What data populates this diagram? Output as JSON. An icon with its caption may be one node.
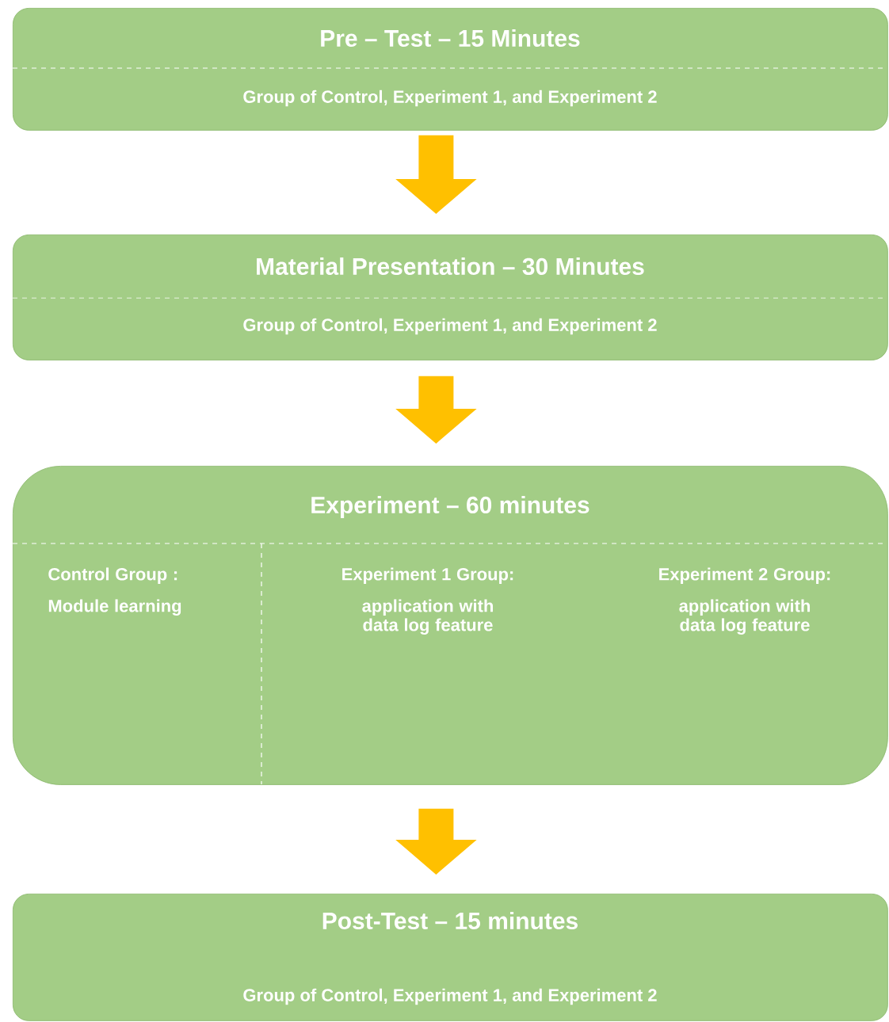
{
  "diagram": {
    "nodes": [
      {
        "text": [
          "Pre – Test – 15 Minutes",
          "Group of Control, Experiment 1, and Experiment 2"
        ]
      },
      {
        "text": [
          "Material Presentation – 30 Minutes",
          "Group of Control, Experiment 1, and Experiment 2"
        ]
      },
      {
        "text": [
          "Experiment – 60 minutes"
        ]
      },
      {
        "text": [
          "Control Group :",
          "Module learning"
        ],
        "in": 2
      },
      {
        "text": [
          "Experiment 1 Group:",
          "application with data log feature"
        ],
        "in": 2
      },
      {
        "text": [
          "Experiment 2 Group:",
          "application with data log feature"
        ],
        "in": 2
      },
      {
        "text": [
          "Post-Test – 15 minutes",
          "Group of Control, Experiment 1, and Experiment 2"
        ]
      }
    ],
    "edges": [
      {
        "from": 0,
        "to": 1,
        "arrow": "to"
      },
      {
        "from": 1,
        "to": 2,
        "arrow": "to"
      },
      {
        "from": 2,
        "to": 6,
        "arrow": "to"
      }
    ]
  }
}
